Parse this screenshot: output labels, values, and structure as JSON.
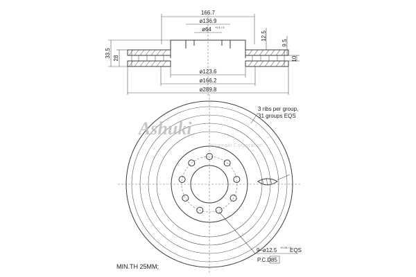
{
  "dimensions": {
    "width_top": "166.7",
    "bore_outer": "ø136.9",
    "center_bore": "ø64",
    "center_bore_tol": "+0.1 / 0",
    "hat_height": "12.5",
    "flange_thickness": "9.5",
    "total_height": "33.5",
    "disc_thickness": "28",
    "vent_gap": "10",
    "dia_inner_1": "ø123.6",
    "dia_inner_2": "ø166.2",
    "dia_outer": "ø289.8"
  },
  "notes": {
    "ribs_line1": "3 ribs per group,",
    "ribs_line2": "31 groups EQS",
    "holes": "9–ø12.5",
    "holes_tol": "+0.25 / 0",
    "holes_suffix": "EQS",
    "pcd_label": "P.C.D",
    "pcd_value": "85",
    "min_thickness": "MIN.TH 25MM;"
  },
  "watermark": {
    "brand": "Ashuki",
    "sub": "Hiromaki Corporation"
  }
}
